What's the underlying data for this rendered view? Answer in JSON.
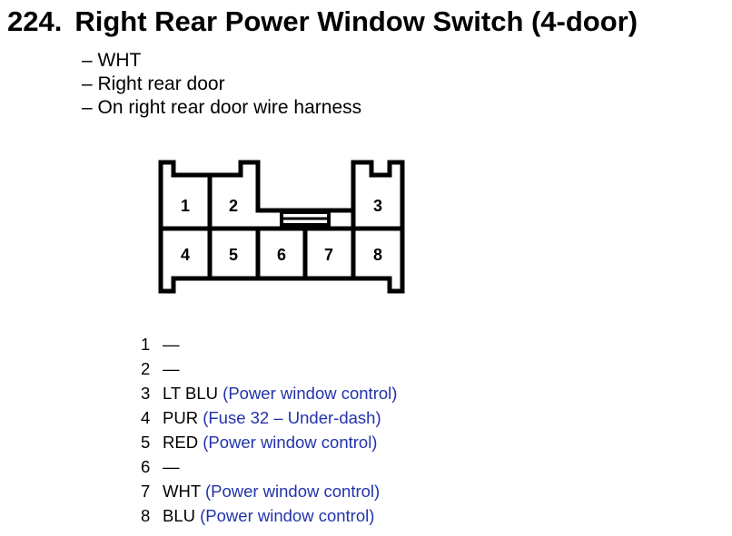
{
  "title": {
    "number": "224.",
    "text": "Right Rear Power Window Switch (4-door)"
  },
  "notes": [
    "– WHT",
    "– Right rear door",
    "– On right rear door wire harness"
  ],
  "connector": {
    "pins_top": [
      "1",
      "2",
      "3"
    ],
    "pins_bottom": [
      "4",
      "5",
      "6",
      "7",
      "8"
    ]
  },
  "pins": [
    {
      "num": "1",
      "wire": "—",
      "desc": ""
    },
    {
      "num": "2",
      "wire": "—",
      "desc": ""
    },
    {
      "num": "3",
      "wire": "LT BLU",
      "desc": "(Power window control)"
    },
    {
      "num": "4",
      "wire": "PUR",
      "desc": "(Fuse 32 – Under-dash)"
    },
    {
      "num": "5",
      "wire": "RED",
      "desc": "(Power window control)"
    },
    {
      "num": "6",
      "wire": "—",
      "desc": ""
    },
    {
      "num": "7",
      "wire": "WHT",
      "desc": "(Power window control)"
    },
    {
      "num": "8",
      "wire": "BLU",
      "desc": "(Power window control)"
    }
  ],
  "colors": {
    "description_text": "#2233aa"
  }
}
